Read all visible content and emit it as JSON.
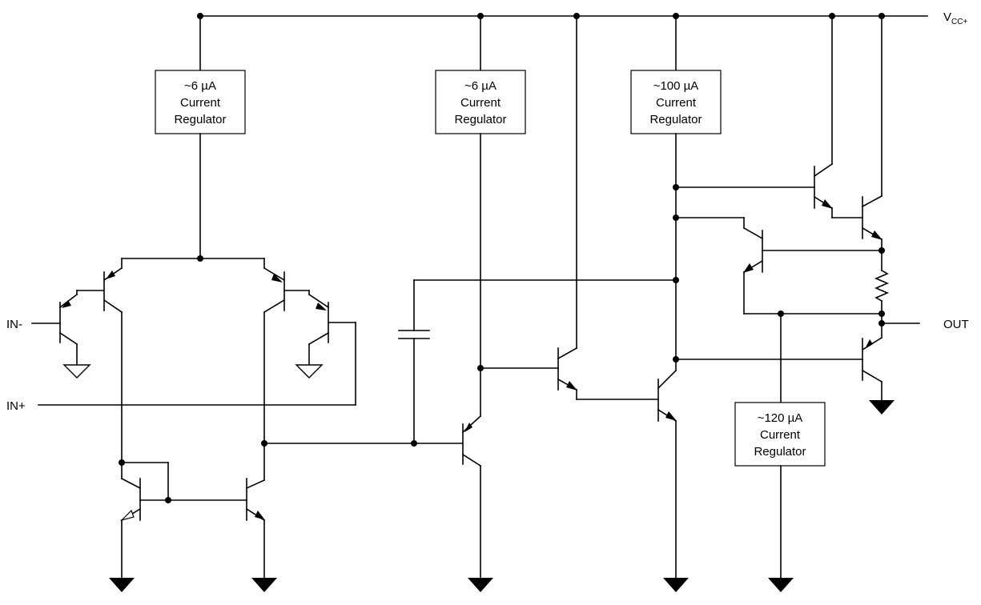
{
  "supply": {
    "label": "V",
    "subscript": "CC+"
  },
  "inputs": {
    "inverting": "IN-",
    "noninverting": "IN+"
  },
  "output": {
    "label": "OUT"
  },
  "current_regulators": [
    {
      "value": "~6 µA",
      "line2": "Current",
      "line3": "Regulator"
    },
    {
      "value": "~6 µA",
      "line2": "Current",
      "line3": "Regulator"
    },
    {
      "value": "~100 µA",
      "line2": "Current",
      "line3": "Regulator"
    },
    {
      "value": "~120 µA",
      "line2": "Current",
      "line3": "Regulator"
    }
  ]
}
